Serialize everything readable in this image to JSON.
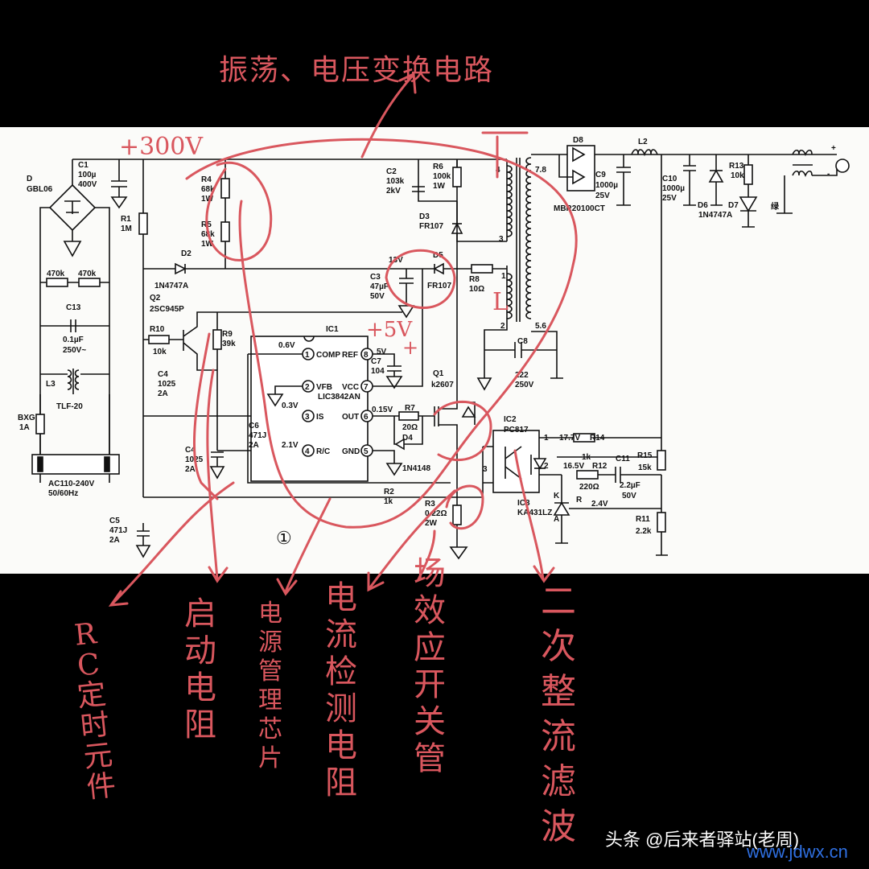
{
  "title": "振荡、电压变换电路",
  "annotations": {
    "supply_voltage": "+300V",
    "aux_voltage": "+5V",
    "aux_plus": "+",
    "inductor_mark": "L",
    "circle_mark": "①",
    "rc_timing": "RC定时元件",
    "startup_resistor": "启动电阻",
    "power_ic": "电源管理芯片",
    "current_sense": "电流检测电阻",
    "mosfet_switch": "场效应开关管",
    "secondary_rectify": "二次整流滤波"
  },
  "schematic": {
    "labels": [
      "D",
      "GBL06",
      "C1",
      "100µ",
      "400V",
      "R1",
      "1M",
      "R4",
      "68k",
      "1W",
      "R5",
      "68k",
      "1W",
      "470k",
      "470k",
      "C13",
      "0.1µF",
      "250V~",
      "D2",
      "1N4747A",
      "Q2",
      "2SC945P",
      "R10",
      "10k",
      "R9",
      "39k",
      "C4",
      "1025",
      "2A",
      "L3",
      "TLF-20",
      "BXG",
      "1A",
      "AC110-240V",
      "50/60Hz",
      "C4",
      "1025",
      "2A",
      "C5",
      "471J",
      "2A",
      "C6",
      "471J",
      "2A",
      "IC1",
      "0.6V",
      "COMP",
      "REF",
      "VFB",
      "VCC",
      "LIC3842AN",
      "0.3V",
      "IS",
      "OUT",
      "0.15V",
      "2.1V",
      "R/C",
      "GND",
      "R7",
      "20Ω",
      "D4",
      "1N4148",
      "R2",
      "1k",
      "R3",
      "0.22Ω",
      "2W",
      "C2",
      "103k",
      "2kV",
      "R6",
      "100k",
      "1W",
      "D3",
      "FR107",
      "13V",
      "D5",
      "FR107",
      "C3",
      "47µF",
      "50V",
      "R8",
      "10Ω",
      "C7",
      "104",
      "5V",
      "Q1",
      "k2607",
      "C8",
      "222",
      "250V",
      "IC2",
      "PC817",
      "IC3",
      "KA431LZ",
      "17.7V",
      "R14",
      "1k",
      "16.5V",
      "R12",
      "220Ω",
      "C11",
      "2.2µF",
      "50V",
      "R15",
      "15k",
      "2.4V",
      "R11",
      "2.2k",
      "K",
      "A",
      "R",
      "4",
      "3",
      "1",
      "2",
      "7.8",
      "5.6",
      "D8",
      "C9",
      "1000µ",
      "25V",
      "MBR20100CT",
      "L2",
      "C10",
      "1000µ",
      "25V",
      "D6",
      "1N4747A",
      "R13",
      "10k",
      "D7",
      "绿",
      "+",
      "-",
      "1",
      "2",
      "3",
      "4",
      "5",
      "6",
      "7",
      "8",
      "1",
      "2",
      "3"
    ]
  },
  "watermark": {
    "text": "头条 @后来者驿站(老周)",
    "site": "www.jdwx.cn"
  }
}
